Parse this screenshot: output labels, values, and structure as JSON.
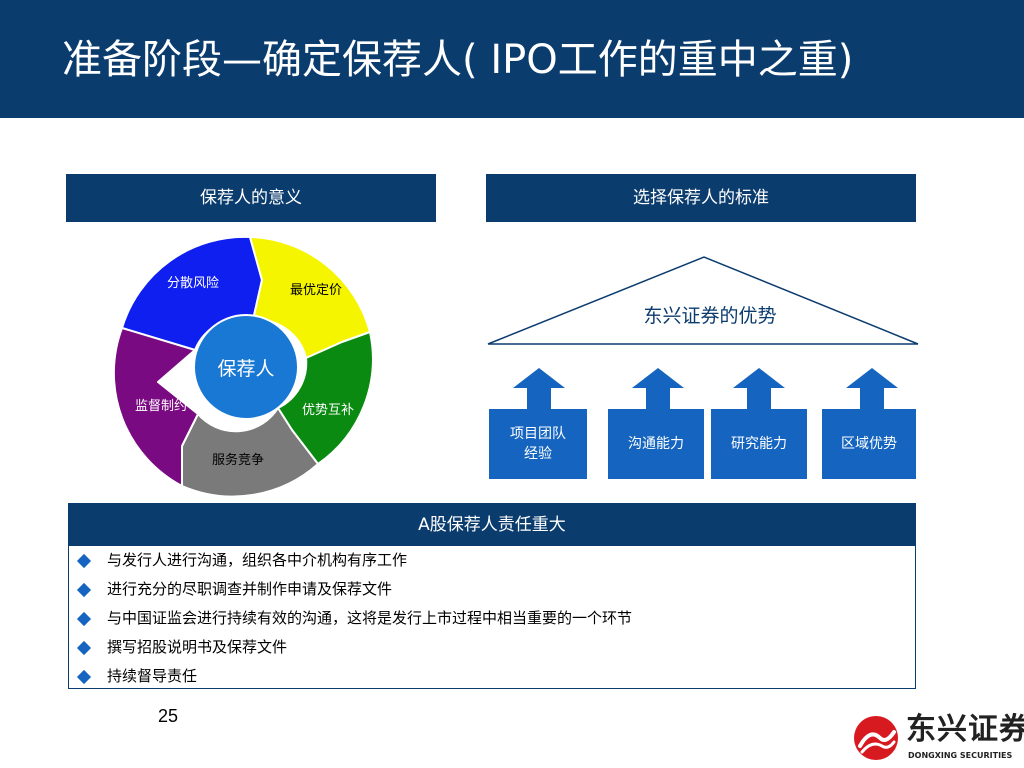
{
  "title": "准备阶段—确定保荐人( IPO工作的重中之重)",
  "colors": {
    "navy": "#0b3c6e",
    "blue": "#1565c0",
    "segment_blue": "#0f1ff0",
    "segment_yellow": "#f5f500",
    "segment_green": "#0a8a10",
    "segment_gray": "#7a7a7a",
    "segment_purple": "#7a0a82"
  },
  "left_section": {
    "header": "保荐人的意义",
    "center": "保荐人",
    "segments": [
      {
        "label": "分散风险"
      },
      {
        "label": "最优定价"
      },
      {
        "label": "优势互补"
      },
      {
        "label": "服务竞争"
      },
      {
        "label": "监督制约"
      }
    ]
  },
  "right_section": {
    "header": "选择保荐人的标准",
    "roof_title": "东兴证券的优势",
    "pillars": [
      {
        "label": "项目团队\n经验"
      },
      {
        "label": "沟通能力"
      },
      {
        "label": "研究能力"
      },
      {
        "label": "区域优势"
      }
    ]
  },
  "responsibility": {
    "header": "A股保荐人责任重大",
    "items": [
      "与发行人进行沟通，组织各中介机构有序工作",
      "进行充分的尽职调查并制作申请及保荐文件",
      "与中国证监会进行持续有效的沟通，这将是发行上市过程中相当重要的一个环节",
      "撰写招股说明书及保荐文件",
      "持续督导责任"
    ]
  },
  "page_number": "25",
  "logo": {
    "name": "东兴证券",
    "subtitle": "DONGXING SECURITIES",
    "icon": "dongxing-logo-icon"
  }
}
